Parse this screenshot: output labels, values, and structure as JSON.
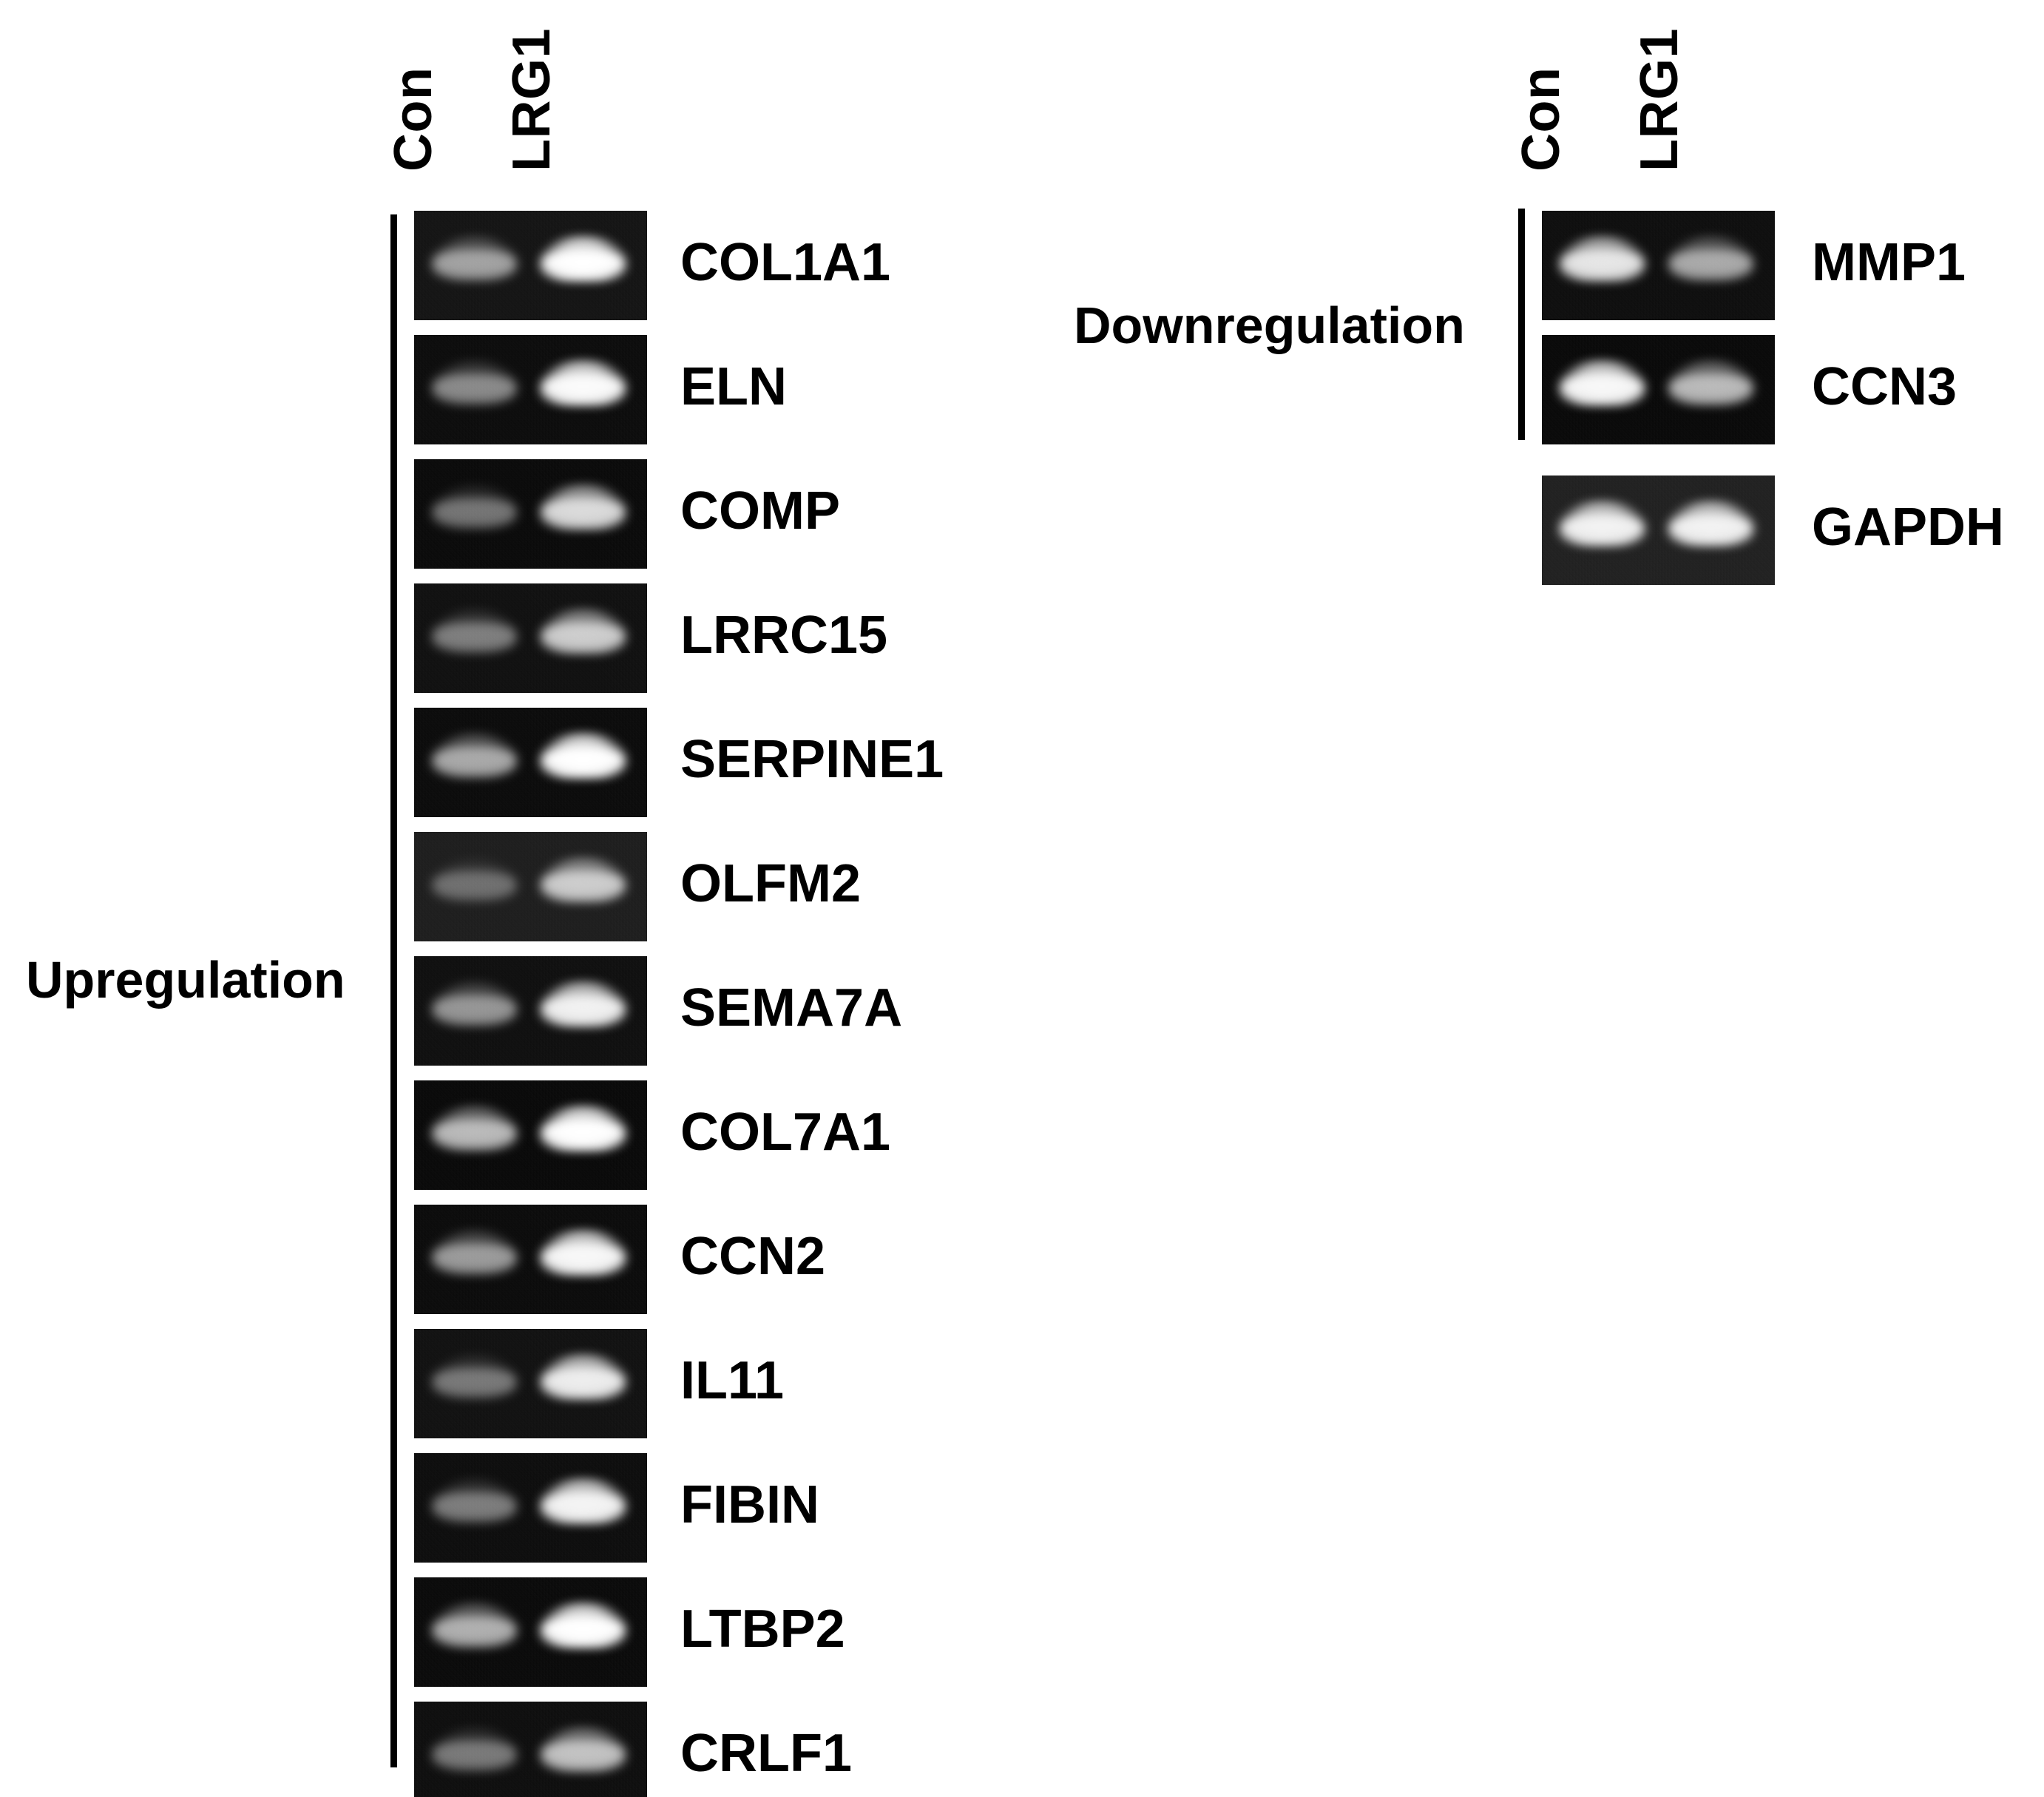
{
  "figure": {
    "background_color": "#ffffff",
    "gel_background_color": "#050505",
    "band_color": "#ffffff",
    "text_color": "#000000"
  },
  "left_panel": {
    "group_label": "Upregulation",
    "column_headers": [
      "Con",
      "LRG1"
    ],
    "rows": [
      {
        "gene": "COL1A1",
        "con_intensity": 0.46,
        "lrg1_intensity": 1.0,
        "bg": "#111111"
      },
      {
        "gene": "ELN",
        "con_intensity": 0.34,
        "lrg1_intensity": 0.98,
        "bg": "#090909"
      },
      {
        "gene": "COMP",
        "con_intensity": 0.22,
        "lrg1_intensity": 0.8,
        "bg": "#070707"
      },
      {
        "gene": "LRRC15",
        "con_intensity": 0.26,
        "lrg1_intensity": 0.72,
        "bg": "#0d0d0d"
      },
      {
        "gene": "SERPINE1",
        "con_intensity": 0.52,
        "lrg1_intensity": 1.0,
        "bg": "#080808"
      },
      {
        "gene": "OLFM2",
        "con_intensity": 0.12,
        "lrg1_intensity": 0.7,
        "bg": "#1b1b1b"
      },
      {
        "gene": "SEMA7A",
        "con_intensity": 0.4,
        "lrg1_intensity": 0.92,
        "bg": "#0c0c0c"
      },
      {
        "gene": "COL7A1",
        "con_intensity": 0.62,
        "lrg1_intensity": 1.0,
        "bg": "#060606"
      },
      {
        "gene": "CCN2",
        "con_intensity": 0.44,
        "lrg1_intensity": 0.96,
        "bg": "#080808"
      },
      {
        "gene": "IL11",
        "con_intensity": 0.22,
        "lrg1_intensity": 0.9,
        "bg": "#0e0e0e"
      },
      {
        "gene": "FIBIN",
        "con_intensity": 0.26,
        "lrg1_intensity": 0.94,
        "bg": "#0a0a0a"
      },
      {
        "gene": "LTBP2",
        "con_intensity": 0.56,
        "lrg1_intensity": 1.0,
        "bg": "#070707"
      },
      {
        "gene": "CRLF1",
        "con_intensity": 0.24,
        "lrg1_intensity": 0.66,
        "bg": "#0b0b0b"
      }
    ]
  },
  "right_panel": {
    "group_label": "Downregulation",
    "column_headers": [
      "Con",
      "LRG1"
    ],
    "rows": [
      {
        "gene": "MMP1",
        "con_intensity": 0.86,
        "lrg1_intensity": 0.52,
        "bg": "#0b0b0b",
        "in_bracket": true
      },
      {
        "gene": "CCN3",
        "con_intensity": 0.96,
        "lrg1_intensity": 0.62,
        "bg": "#060606",
        "in_bracket": true
      }
    ],
    "loading_control": {
      "gene": "GAPDH",
      "con_intensity": 0.92,
      "lrg1_intensity": 0.92,
      "bg": "#1e1e1e"
    }
  }
}
